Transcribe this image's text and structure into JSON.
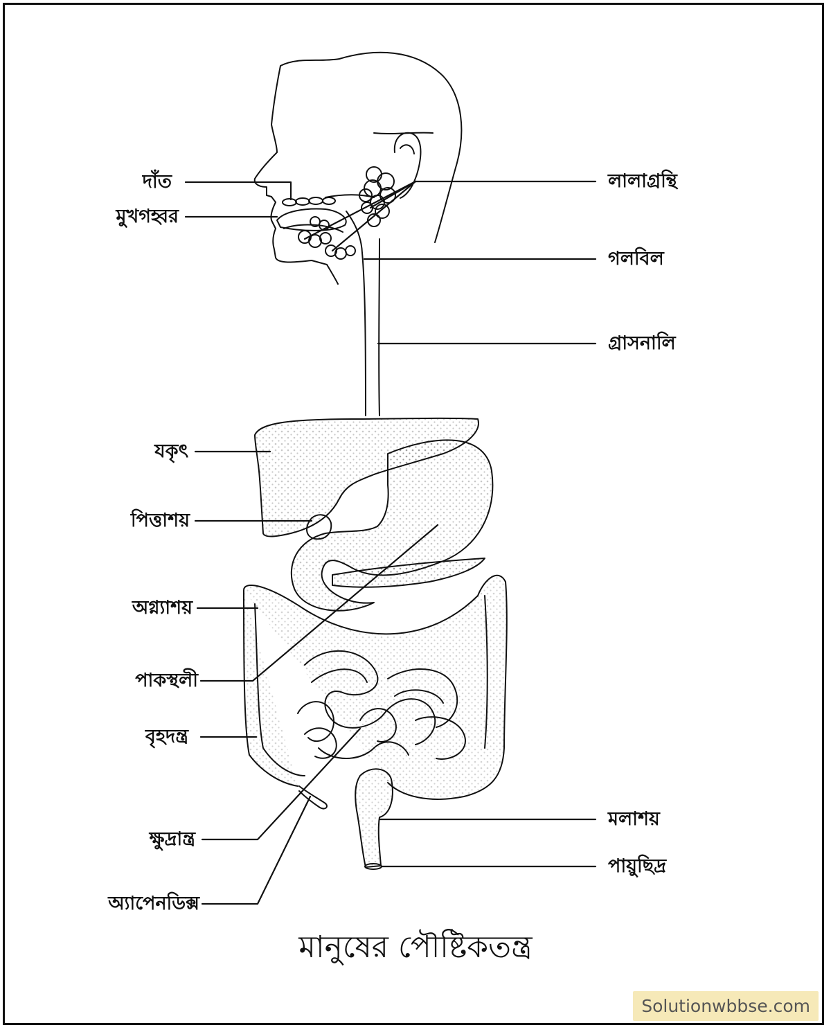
{
  "labels_left": [
    "দাঁত",
    "মুখগহ্বর",
    "যকৃৎ",
    "পিত্তাশয়",
    "অগ্ন্যাশয়",
    "পাকস্থলী",
    "বৃহদন্ত্র",
    "ক্ষুদ্রান্ত্র",
    "অ্যাপেনডিক্স"
  ],
  "labels_right": [
    "লালাগ্রন্থি",
    "গলবিল",
    "গ্রাসনালি",
    "মলাশয়",
    "পায়ুছিদ্র"
  ],
  "title": "মানুষের পৌষ্টিকতন্ত্র",
  "watermark": "Solutionwbbse.com",
  "colors": {
    "ink": "#111111",
    "watermark_bg": "#f6e9b8",
    "watermark_text": "#555555"
  }
}
